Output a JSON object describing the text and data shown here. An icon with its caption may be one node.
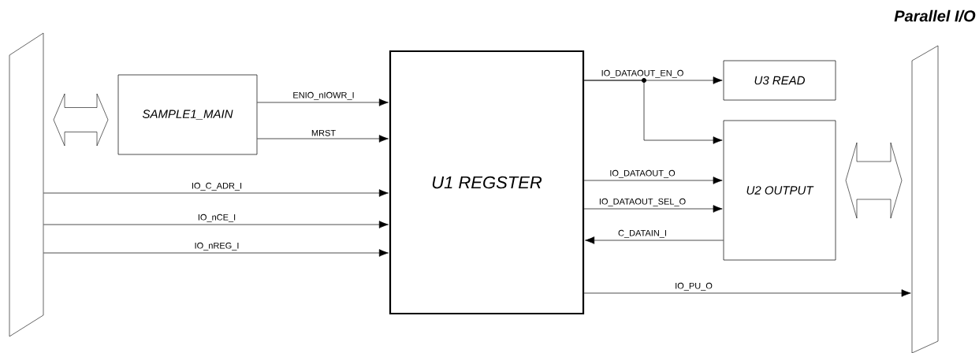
{
  "diagram": {
    "nodes": [
      {
        "text": [],
        "shape": "bar"
      },
      {
        "text": [
          "SAMPLE1_MAIN"
        ]
      },
      {
        "text": [
          "U1 REGSTER"
        ]
      },
      {
        "text": [
          "U3 READ"
        ]
      },
      {
        "text": [
          "U2 OUTPUT"
        ]
      },
      {
        "text": [
          "Parallel I/O"
        ]
      }
    ],
    "edges": [
      {
        "from": 0,
        "to": 1,
        "arrow": "both",
        "style": "thick"
      },
      {
        "from": 1,
        "to": 2,
        "arrow": "to",
        "label": "ENIO_nIOWR_I"
      },
      {
        "from": 1,
        "to": 2,
        "arrow": "to",
        "label": "MRST"
      },
      {
        "from": 0,
        "to": 2,
        "arrow": "to",
        "label": "IO_C_ADR_I"
      },
      {
        "from": 0,
        "to": 2,
        "arrow": "to",
        "label": "IO_nCE_I"
      },
      {
        "from": 0,
        "to": 2,
        "arrow": "to",
        "label": "IO_nREG_I"
      },
      {
        "from": 2,
        "to": 3,
        "arrow": "to",
        "label": "IO_DATAOUT_EN_O"
      },
      {
        "from": 2,
        "to": 4,
        "arrow": "to"
      },
      {
        "from": 2,
        "to": 4,
        "arrow": "to",
        "label": "IO_DATAOUT_O"
      },
      {
        "from": 2,
        "to": 4,
        "arrow": "to",
        "label": "IO_DATAOUT_SEL_O"
      },
      {
        "from": 4,
        "to": 2,
        "arrow": "to",
        "label": "C_DATAIN_I"
      },
      {
        "from": 2,
        "to": 5,
        "arrow": "to",
        "label": "IO_PU_O"
      },
      {
        "from": 4,
        "to": 5,
        "arrow": "both",
        "style": "thick"
      }
    ]
  }
}
